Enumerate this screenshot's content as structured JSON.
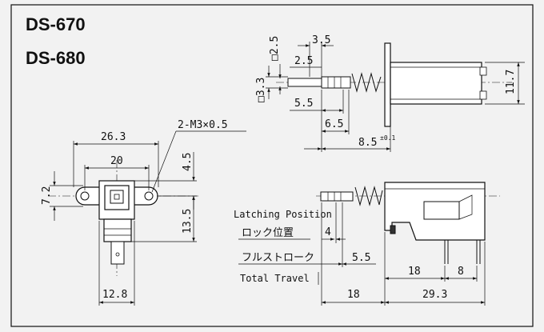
{
  "titles": {
    "model_a": "DS-670",
    "model_b": "DS-680"
  },
  "side_view": {
    "d_3_5": "3.5",
    "d_sq2_5": "□2.5",
    "d_2_5": "2.5",
    "d_sq3_3": "□3.3",
    "d_5_5": "5.5",
    "d_6_5": "6.5",
    "d_8_5": "8.5",
    "d_8_5_tol": "±0.1",
    "d_11_7": "11.7"
  },
  "front_view": {
    "d_26_3": "26.3",
    "d_20": "20",
    "d_m3": "2-M3×0.5",
    "d_4_5": "4.5",
    "d_7_2": "7.2",
    "d_13_5": "13.5",
    "d_12_8": "12.8"
  },
  "bottom_view": {
    "latching_en": "Latching Position",
    "latching_jp": "ロック位置",
    "d_4": "4",
    "full_stroke_jp": "フルストローク",
    "d_5_5": "5.5",
    "total_travel_en": "Total Travel",
    "d_18_a": "18",
    "d_8": "8",
    "d_18_b": "18",
    "d_29_3": "29.3"
  }
}
